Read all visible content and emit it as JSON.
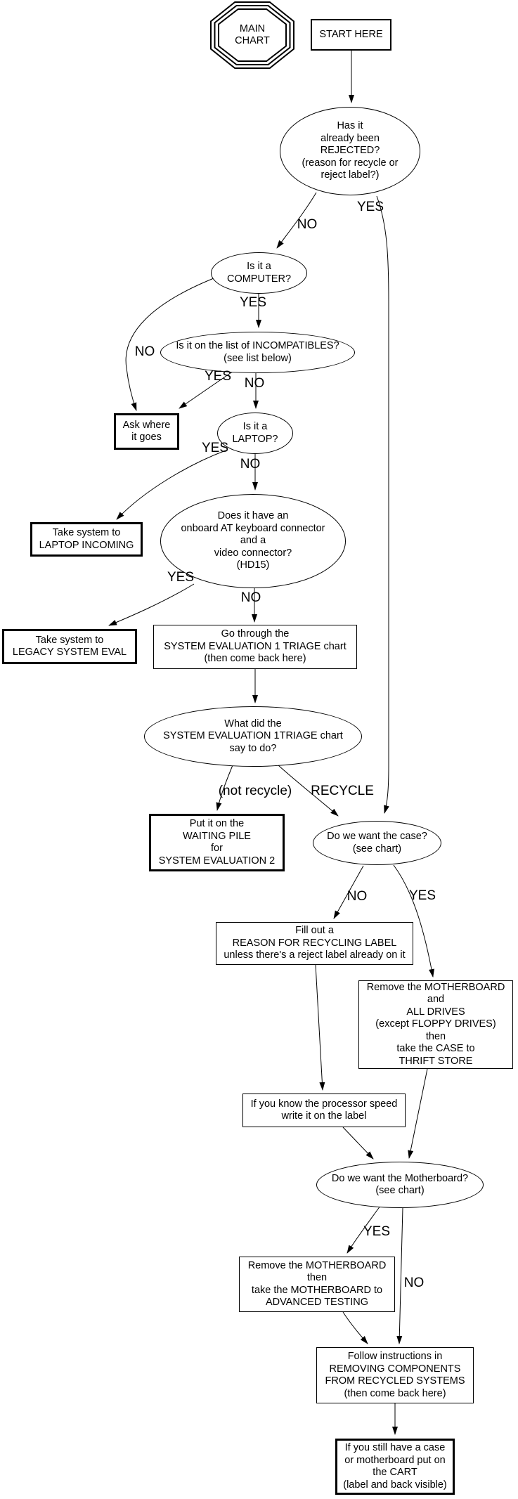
{
  "colors": {
    "line": "#000000",
    "background": "#ffffff",
    "text": "#000000"
  },
  "nodes": {
    "main_chart": {
      "label": "MAIN\nCHART"
    },
    "start": {
      "label": "START HERE"
    },
    "rejected": {
      "label": "Has it\nalready been\nREJECTED?\n(reason for recycle or\nreject label?)"
    },
    "computer": {
      "label": "Is it a\nCOMPUTER?"
    },
    "incompatibles": {
      "label": "Is it on the list of INCOMPATIBLES?\n(see list below)"
    },
    "ask_where": {
      "label": "Ask where\nit goes"
    },
    "laptop": {
      "label": "Is it a\nLAPTOP?"
    },
    "laptop_incoming": {
      "label": "Take system to\nLAPTOP INCOMING"
    },
    "keyboard_video": {
      "label": "Does it have an\nonboard AT keyboard connector\nand a\nvideo connector?\n(HD15)"
    },
    "legacy_eval": {
      "label": "Take system to\nLEGACY SYSTEM EVAL"
    },
    "triage": {
      "label": "Go through the\nSYSTEM EVALUATION 1 TRIAGE chart\n(then come back here)"
    },
    "what_did": {
      "label": "What did the\nSYSTEM EVALUATION 1TRIAGE chart\nsay to do?"
    },
    "waiting_pile": {
      "label": "Put it on the\nWAITING PILE\nfor\nSYSTEM EVALUATION 2"
    },
    "want_case": {
      "label": "Do we want the case?\n(see chart)"
    },
    "recycling_label": {
      "label": "Fill out a\nREASON FOR RECYCLING LABEL\nunless there's a reject label already on it"
    },
    "remove_case_parts": {
      "label": "Remove the MOTHERBOARD\nand\nALL DRIVES\n(except FLOPPY DRIVES)\nthen\ntake the CASE to\nTHRIFT STORE"
    },
    "processor_speed": {
      "label": "If you know the processor speed\nwrite it on the label"
    },
    "want_motherboard": {
      "label": "Do we want the Motherboard?\n(see chart)"
    },
    "advanced_testing": {
      "label": "Remove the MOTHERBOARD\nthen\ntake the MOTHERBOARD to\nADVANCED TESTING"
    },
    "removing_components": {
      "label": "Follow instructions in\nREMOVING COMPONENTS\nFROM RECYCLED SYSTEMS\n(then come back here)"
    },
    "cart": {
      "label": "If you still have a case\nor motherboard put on\nthe CART\n(label and back visible)"
    }
  },
  "edge_labels": {
    "rejected_no": "NO",
    "rejected_yes": "YES",
    "computer_yes": "YES",
    "computer_no": "NO",
    "incompatibles_yes": "YES",
    "incompatibles_no": "NO",
    "laptop_yes": "YES",
    "laptop_no": "NO",
    "keyboard_yes": "YES",
    "keyboard_no": "NO",
    "not_recycle": "(not recycle)",
    "recycle": "RECYCLE",
    "case_no": "NO",
    "case_yes": "YES",
    "motherboard_yes": "YES",
    "motherboard_no": "NO"
  }
}
